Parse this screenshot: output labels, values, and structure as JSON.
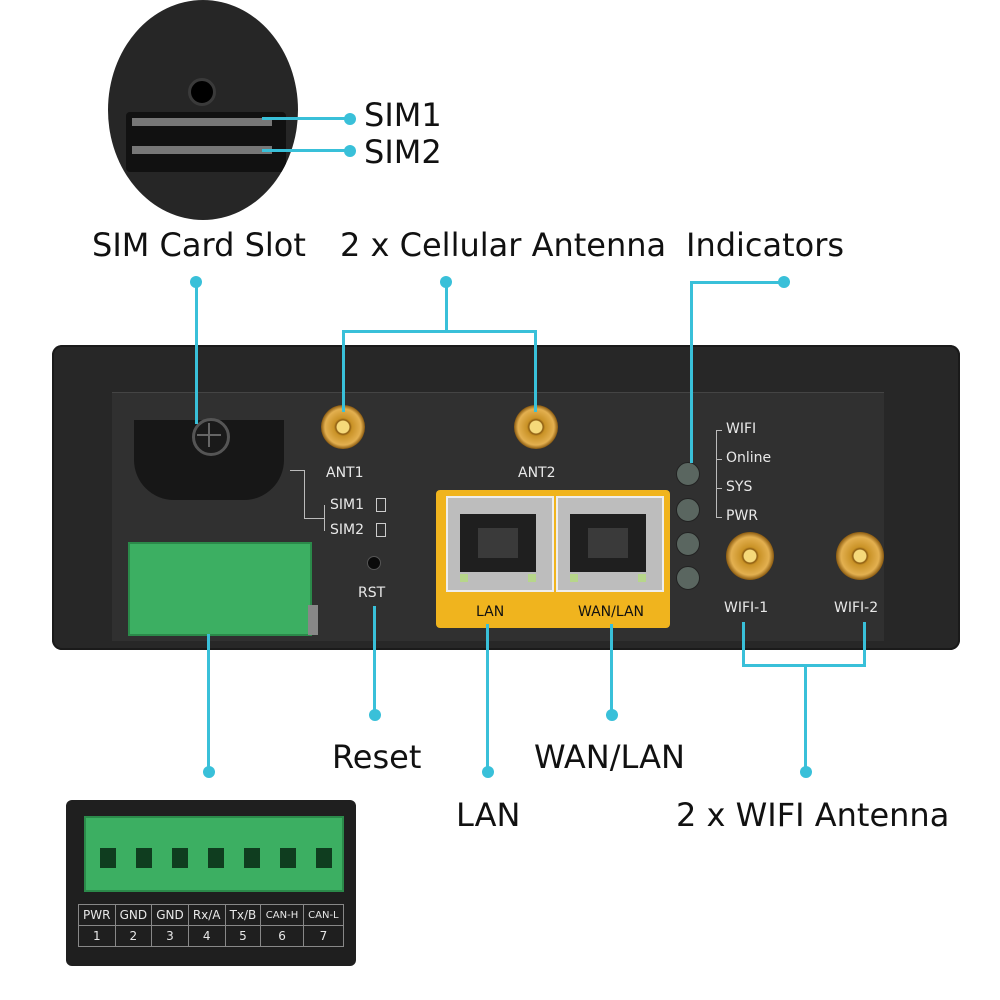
{
  "callouts": {
    "sim1": "SIM1",
    "sim2": "SIM2",
    "sim_card_slot": "SIM Card Slot",
    "cellular_antenna": "2 x Cellular Antenna",
    "indicators": "Indicators",
    "reset": "Reset",
    "wan_lan": "WAN/LAN",
    "lan": "LAN",
    "wifi_antenna": "2 x WIFI Antenna"
  },
  "panel_labels": {
    "ant1": "ANT1",
    "ant2": "ANT2",
    "sim1": "SIM1",
    "sim2": "SIM2",
    "rst": "RST",
    "lan": "LAN",
    "wan_lan": "WAN/LAN",
    "wifi1": "WIFI-1",
    "wifi2": "WIFI-2",
    "indicators": [
      "WIFI",
      "Online",
      "SYS",
      "PWR"
    ]
  },
  "terminal": {
    "headers": [
      "PWR",
      "GND",
      "GND",
      "Rx/A",
      "Tx/B",
      "CAN-H",
      "CAN-L"
    ],
    "numbers": [
      "1",
      "2",
      "3",
      "4",
      "5",
      "6",
      "7"
    ]
  },
  "colors": {
    "accent": "#39c0d9",
    "device_body": "#2a2a2a",
    "port_frame": "#f0b41e",
    "terminal_green": "#3caf62"
  }
}
